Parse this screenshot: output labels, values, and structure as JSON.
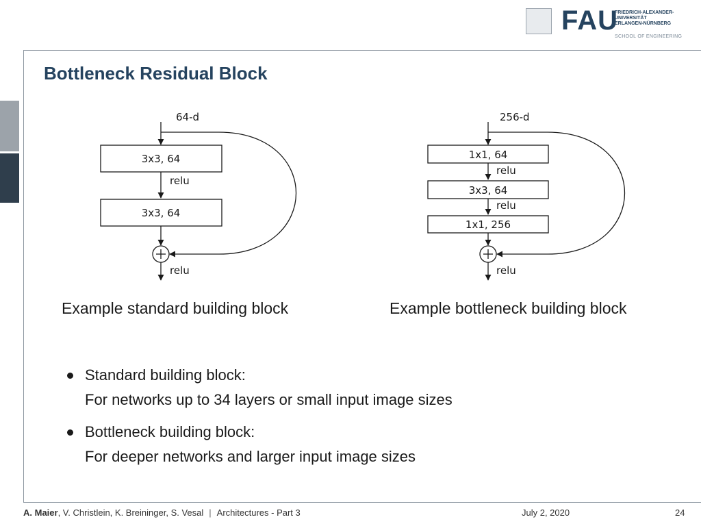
{
  "header": {
    "logo_text": "FAU",
    "university_lines": [
      "FRIEDRICH-ALEXANDER-",
      "UNIVERSITÄT",
      "ERLANGEN-NÜRNBERG"
    ],
    "school": "SCHOOL OF ENGINEERING"
  },
  "slide": {
    "title": "Bottleneck Residual Block"
  },
  "diagram_standard": {
    "input_label": "64-d",
    "layers": [
      "3x3, 64",
      "3x3, 64"
    ],
    "relu": "relu",
    "caption": "Example standard building block"
  },
  "diagram_bottleneck": {
    "input_label": "256-d",
    "layers": [
      "1x1, 64",
      "3x3, 64",
      "1x1, 256"
    ],
    "relu": "relu",
    "caption": "Example bottleneck building block"
  },
  "bullets": [
    {
      "heading": "Standard building block:",
      "detail": "For networks up to 34 layers or small input image sizes"
    },
    {
      "heading": "Bottleneck building block:",
      "detail": "For deeper networks and larger input image sizes"
    }
  ],
  "footer": {
    "lead_author": "A. Maier",
    "coauthors": ", V. Christlein, K. Breininger, S. Vesal",
    "separator": "|",
    "lecture": "Architectures - Part 3",
    "date": "July 2, 2020",
    "page": "24"
  }
}
